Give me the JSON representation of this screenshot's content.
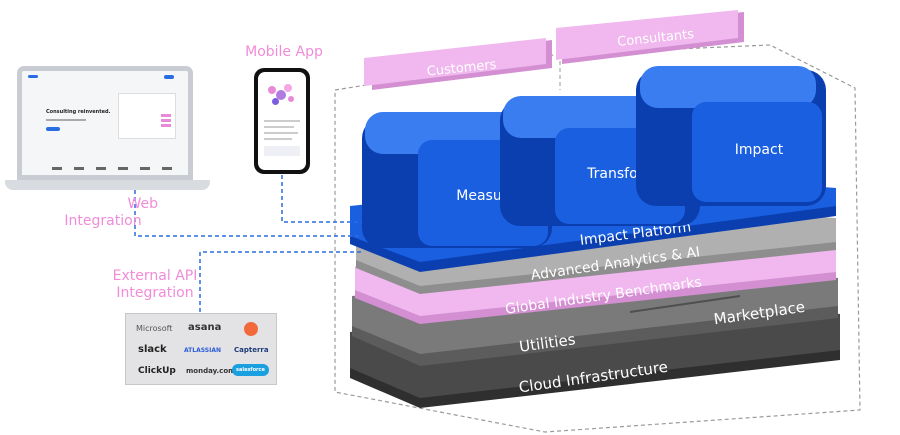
{
  "labels": {
    "mobile_app": "Mobile App",
    "web_integration_1": "Web",
    "web_integration_2": "Integration",
    "external_api_1": "External API",
    "external_api_2": "Integration"
  },
  "laptop": {
    "headline": "Consulting reinvented."
  },
  "top_tabs": {
    "customers": "Customers",
    "consultants": "Consultants"
  },
  "modules": {
    "measure": "Measure",
    "transform": "Transform",
    "impact": "Impact"
  },
  "layers": {
    "impact_platform": "Impact Platform",
    "analytics": "Advanced Analytics & AI",
    "benchmarks": "Global Industry Benchmarks",
    "utilities": "Utilities",
    "marketplace": "Marketplace",
    "cloud": "Cloud Infrastructure"
  },
  "integrations": {
    "microsoft": "Microsoft",
    "asana": "asana",
    "slack": "slack",
    "atlassian": "ATLASSIAN",
    "capterra": "Capterra",
    "clickup": "ClickUp",
    "monday": "monday.com",
    "salesforce": "salesforce"
  },
  "colors": {
    "blue": "#1a5fe0",
    "blue_dark": "#0b3fb0",
    "pink": "#f0b8ee",
    "label_pink": "#f08cd8",
    "grey_light": "#a9a9a9",
    "grey_mid": "#6b6b6b",
    "grey_dark": "#3a3a3a"
  }
}
